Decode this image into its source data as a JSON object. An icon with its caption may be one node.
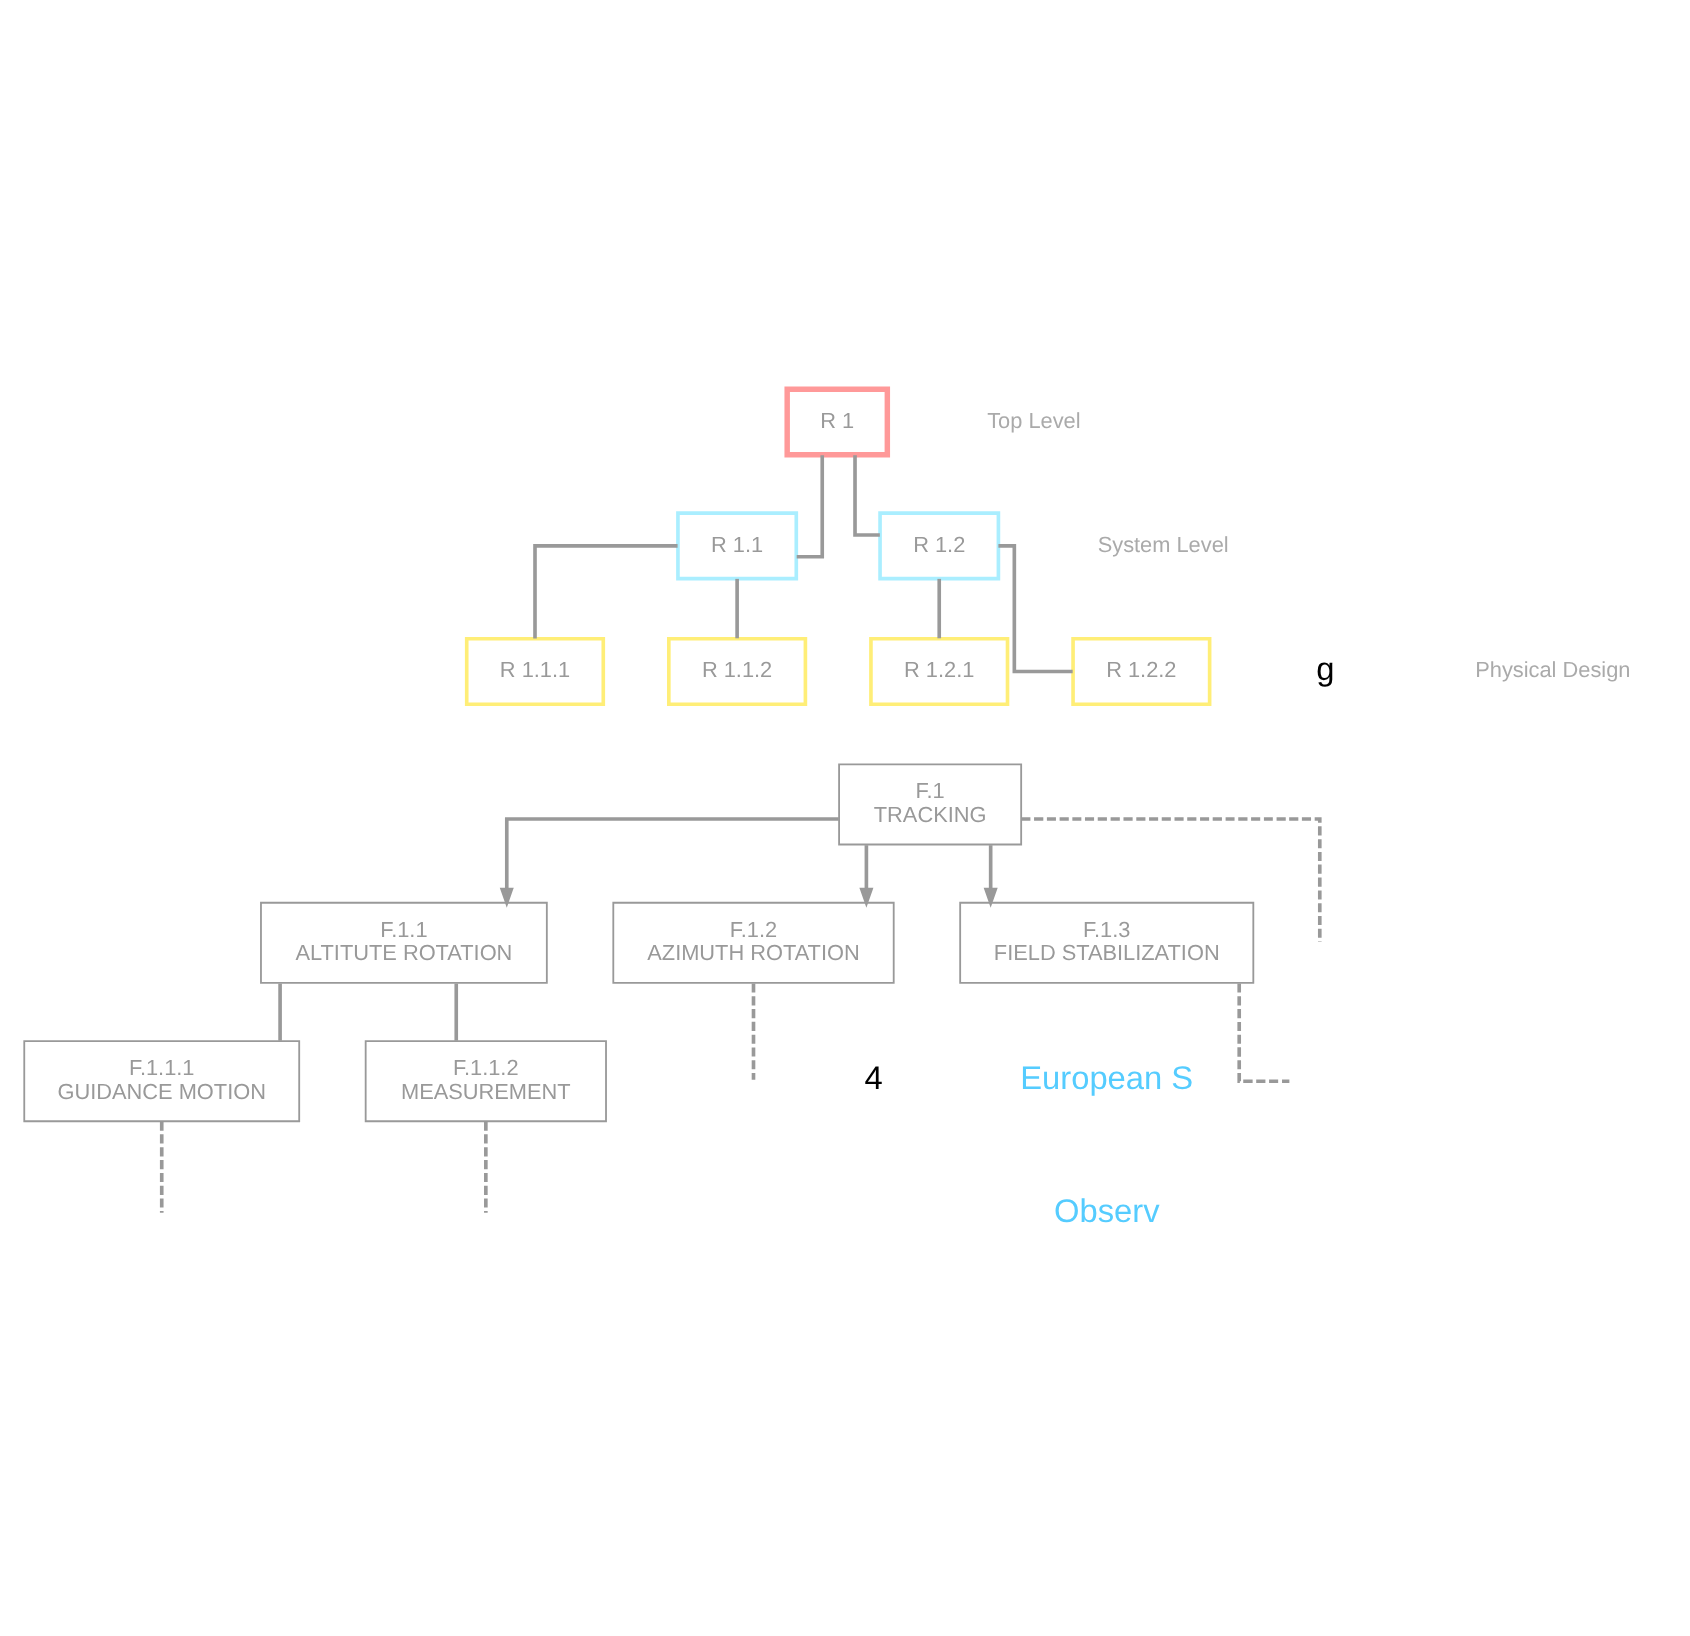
{
  "diagram": {
    "nodes": [
      {
        "text": [
          "R 1"
        ]
      },
      {
        "text": [
          "R 1.1"
        ]
      },
      {
        "text": [
          "R 1.2"
        ]
      },
      {
        "text": [
          "R 1.1.1"
        ]
      },
      {
        "text": [
          "R 1.1.2"
        ]
      },
      {
        "text": [
          "R 1.2.1"
        ]
      },
      {
        "text": [
          "R 1.2.2"
        ]
      },
      {
        "text": [
          "F.1",
          "TRACKING"
        ]
      },
      {
        "text": [
          "F.1.1",
          "ALTITUTE ROTATION"
        ]
      },
      {
        "text": [
          "F.1.1.1",
          "GUIDANCE MOTION"
        ]
      },
      {
        "text": [
          "F.1.1.2",
          "MEASUREMENT"
        ]
      },
      {
        "text": [
          "F.1.2",
          "AZIMUTH ROTATION"
        ]
      },
      {
        "text": [
          "F.1.3",
          "FIELD STABILIZATION"
        ]
      }
    ],
    "edges": [
      {
        "from": 0,
        "to": 1,
        "arrow": "none"
      },
      {
        "from": 0,
        "to": 2,
        "arrow": "none"
      },
      {
        "from": 1,
        "to": 3,
        "arrow": "none"
      },
      {
        "from": 1,
        "to": 4,
        "arrow": "none"
      },
      {
        "from": 2,
        "to": 5,
        "arrow": "none"
      },
      {
        "from": 2,
        "to": 6,
        "arrow": "none"
      },
      {
        "from": 7,
        "to": 8,
        "arrow": "to"
      },
      {
        "from": 7,
        "to": 11,
        "arrow": "to"
      },
      {
        "from": 7,
        "to": 12,
        "arrow": "to"
      },
      {
        "from": 7,
        "to": null,
        "arrow": "none",
        "style": "dashed"
      },
      {
        "from": 8,
        "to": 9,
        "arrow": "none"
      },
      {
        "from": 8,
        "to": 10,
        "arrow": "none"
      },
      {
        "from": 9,
        "to": null,
        "arrow": "none",
        "style": "dashed"
      },
      {
        "from": 10,
        "to": null,
        "arrow": "none",
        "style": "dashed"
      },
      {
        "from": 11,
        "to": null,
        "arrow": "none",
        "style": "dashed"
      },
      {
        "from": 12,
        "to": null,
        "arrow": "none",
        "style": "dashed"
      }
    ],
    "labels": [
      "Top Level",
      "System Level",
      "Physical Design",
      "g",
      "4",
      "European S",
      "Observ"
    ]
  }
}
